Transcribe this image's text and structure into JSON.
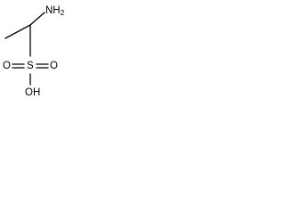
{
  "molecule": {
    "atoms": {
      "amine": "NH",
      "amine_subscript": "2",
      "sulfur": "S",
      "oxygen_left": "O",
      "oxygen_right": "O",
      "hydroxyl": "OH"
    },
    "colors": {
      "bond": "#000000",
      "label": "#000000",
      "background": "#ffffff"
    }
  }
}
